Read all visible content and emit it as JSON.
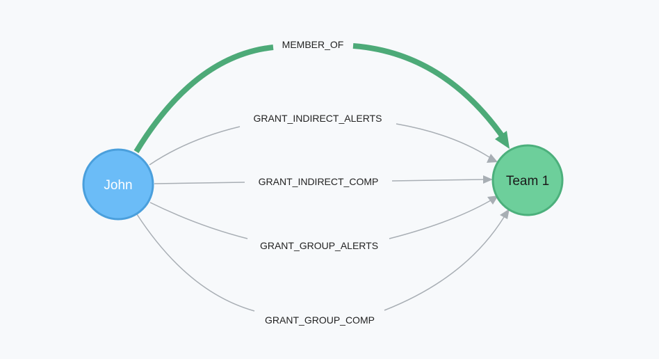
{
  "graph": {
    "nodes": [
      {
        "id": "john",
        "label": "John",
        "fill": "#6bbcf7",
        "stroke": "#4a9fdc",
        "text_color": "#ffffff"
      },
      {
        "id": "team1",
        "label": "Team 1",
        "fill": "#6dcf9b",
        "stroke": "#4cb07c",
        "text_color": "#1a1a1a"
      }
    ],
    "relationships": [
      {
        "id": "member_of",
        "type": "MEMBER_OF",
        "from": "john",
        "to": "team1",
        "color": "#4daa78",
        "highlighted": true
      },
      {
        "id": "grant_indirect_alerts",
        "type": "GRANT_INDIRECT_ALERTS",
        "from": "john",
        "to": "team1",
        "color": "#a8aeb4",
        "highlighted": false
      },
      {
        "id": "grant_indirect_comp",
        "type": "GRANT_INDIRECT_COMP",
        "from": "john",
        "to": "team1",
        "color": "#a8aeb4",
        "highlighted": false
      },
      {
        "id": "grant_group_alerts",
        "type": "GRANT_GROUP_ALERTS",
        "from": "john",
        "to": "team1",
        "color": "#a8aeb4",
        "highlighted": false
      },
      {
        "id": "grant_group_comp",
        "type": "GRANT_GROUP_COMP",
        "from": "john",
        "to": "team1",
        "color": "#a8aeb4",
        "highlighted": false
      }
    ]
  }
}
